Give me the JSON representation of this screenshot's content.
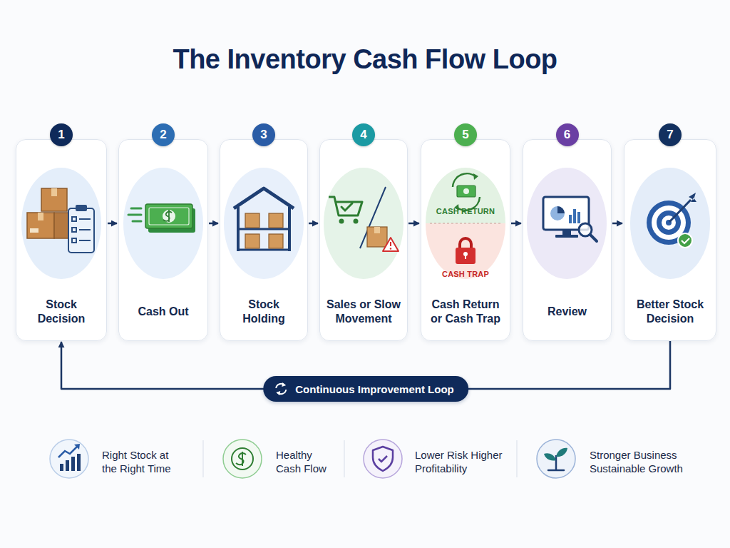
{
  "diagram": {
    "title": "The Inventory Cash Flow Loop",
    "nodes": [
      {
        "text": [
          "1",
          "Stock Decision"
        ]
      },
      {
        "text": [
          "2",
          "Cash Out"
        ]
      },
      {
        "text": [
          "3",
          "Stock Holding"
        ]
      },
      {
        "text": [
          "4",
          "Sales or Slow Movement"
        ]
      },
      {
        "text": [
          "5",
          "CASH RETURN",
          "CASH TRAP",
          "Cash Return or Cash Trap"
        ]
      },
      {
        "text": [
          "6",
          "Review"
        ]
      },
      {
        "text": [
          "7",
          "Better Stock Decision"
        ]
      }
    ],
    "edges": [
      {
        "from": 0,
        "to": 1,
        "arrow": "to"
      },
      {
        "from": 1,
        "to": 2,
        "arrow": "to"
      },
      {
        "from": 2,
        "to": 3,
        "arrow": "to"
      },
      {
        "from": 3,
        "to": 4,
        "arrow": "to"
      },
      {
        "from": 4,
        "to": 5,
        "arrow": "to"
      },
      {
        "from": 5,
        "to": 6,
        "arrow": "to"
      },
      {
        "from": 6,
        "to": 0,
        "label": "Continuous Improvement Loop",
        "arrow": "to"
      }
    ],
    "labels": [
      "Right Stock at the Right Time",
      "Healthy Cash Flow",
      "Lower Risk Higher Profitability",
      "Stronger Business Sustainable Growth"
    ]
  }
}
